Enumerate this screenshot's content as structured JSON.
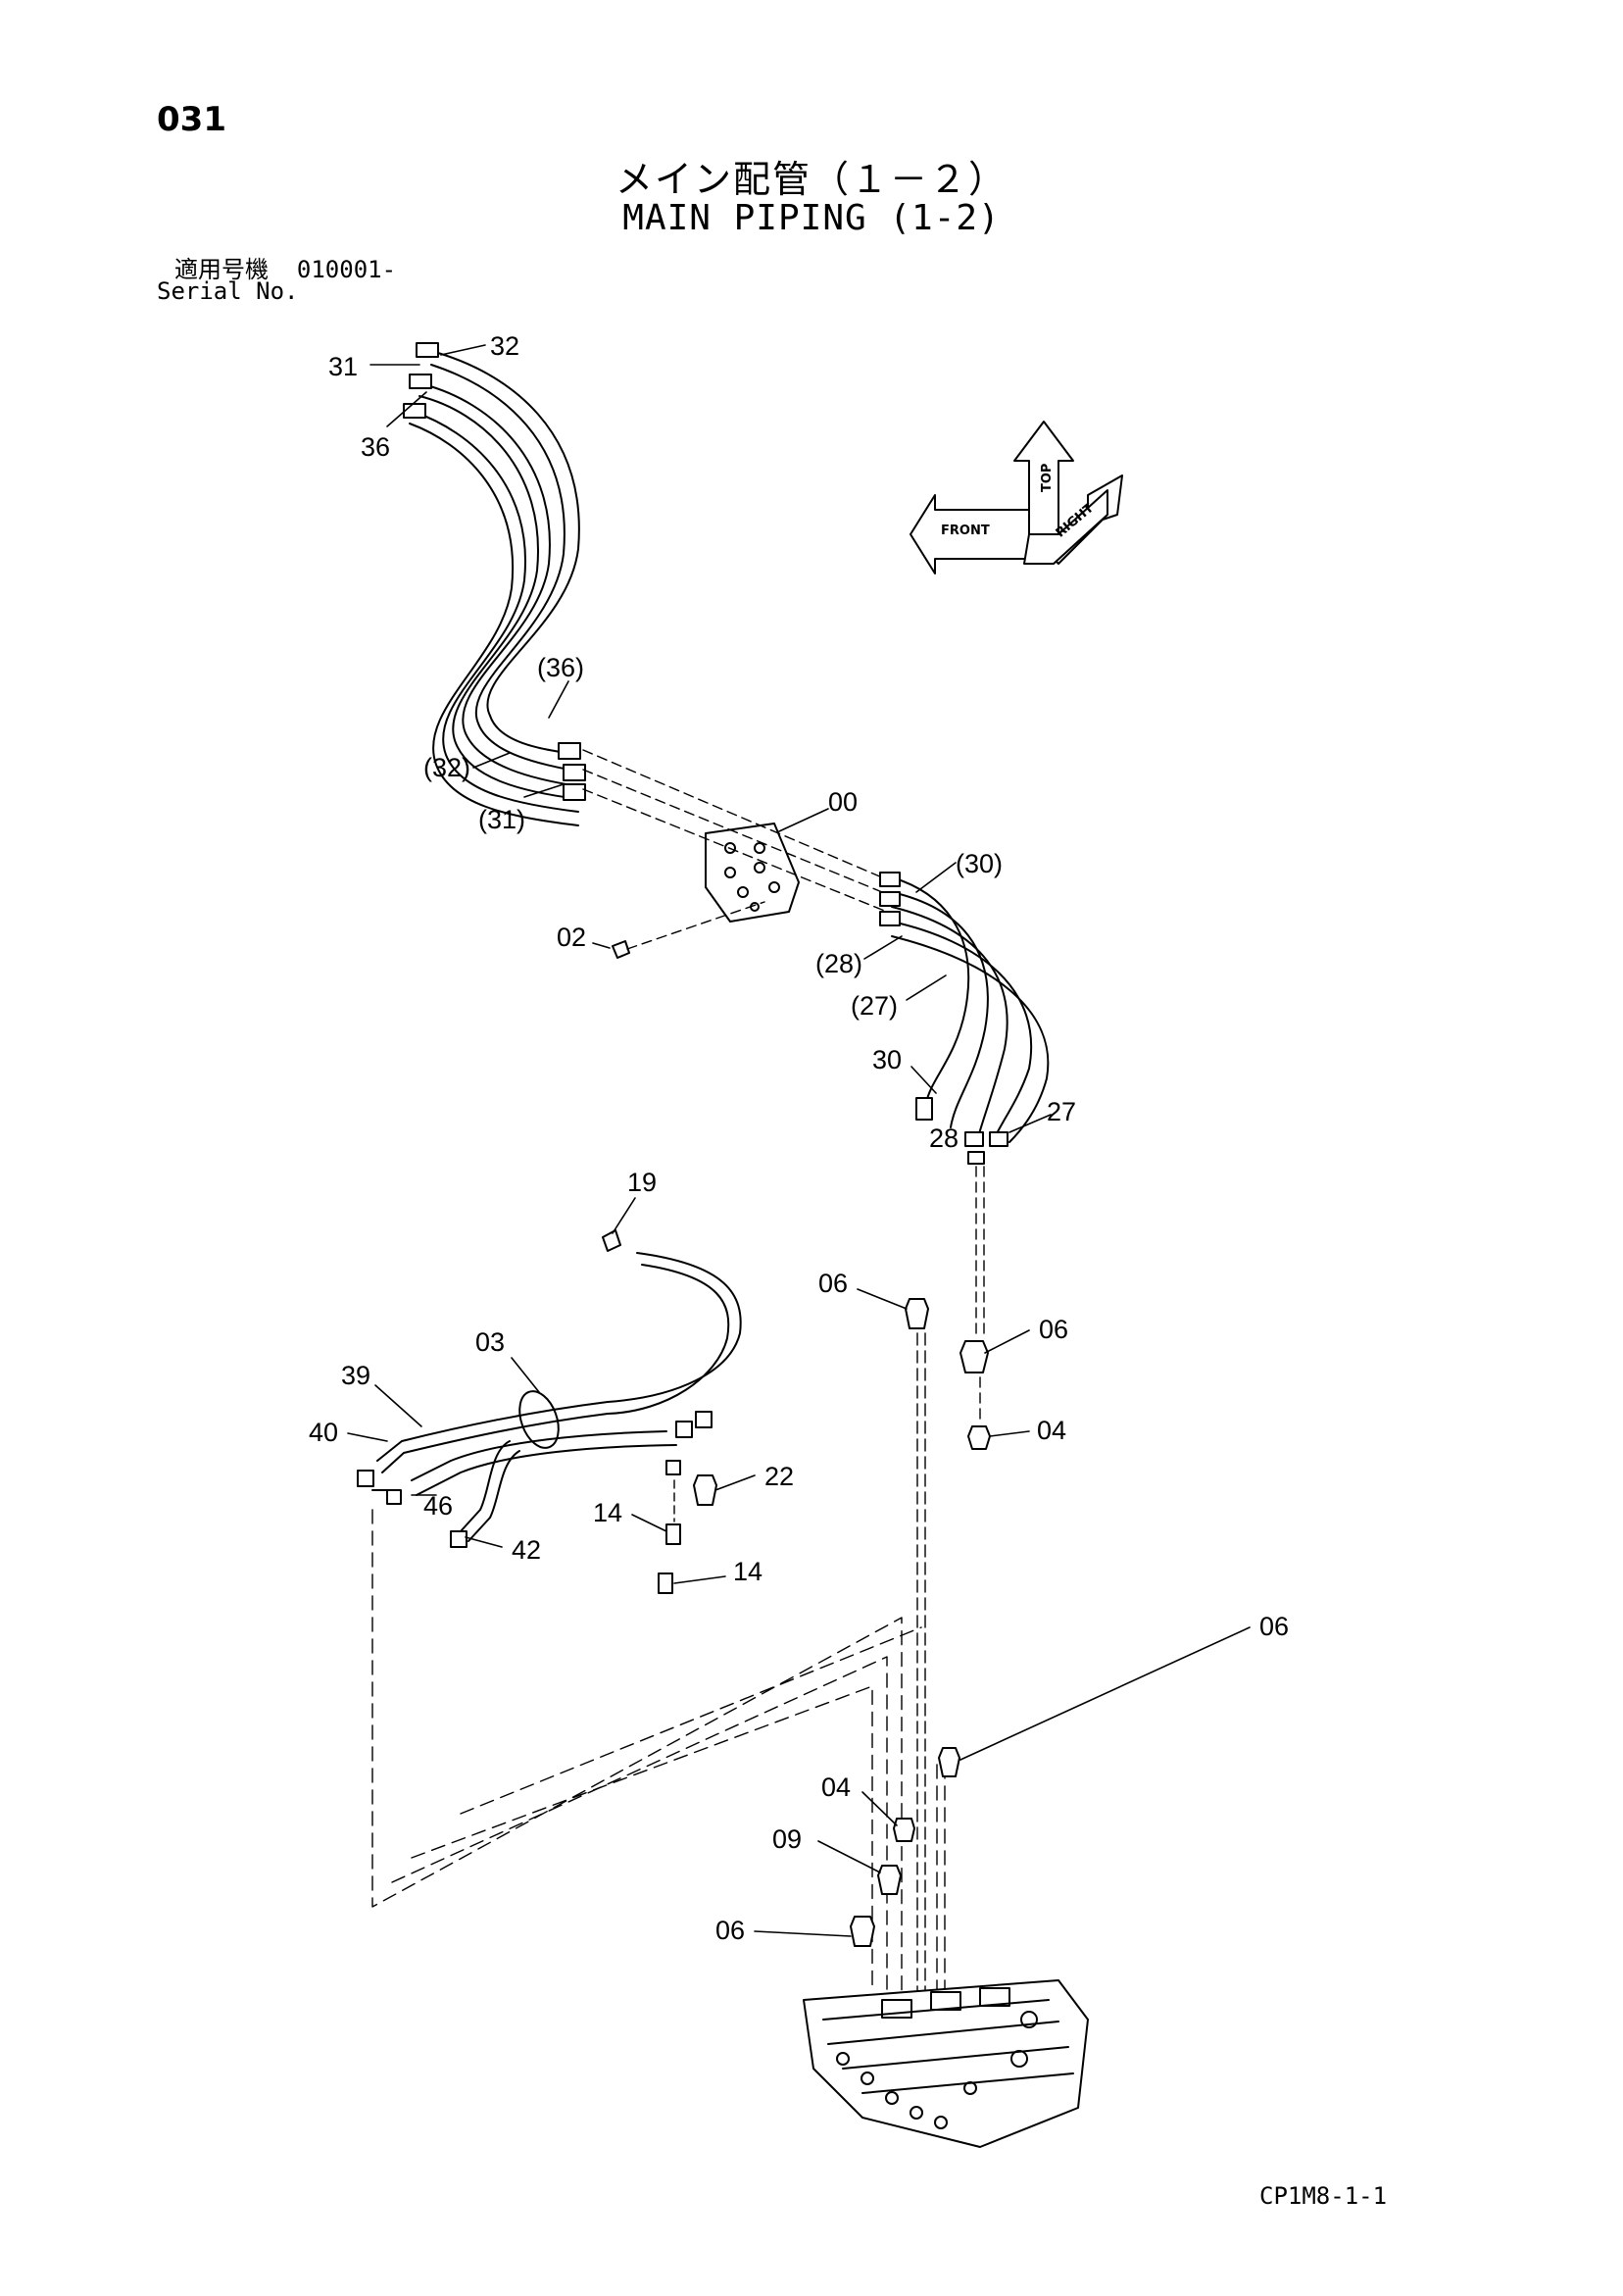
{
  "page_number": "031",
  "title_jp": "メイン配管（１－２）",
  "title_en": "MAIN PIPING (1-2)",
  "serial_label_jp": "適用号機",
  "serial_value": "010001-",
  "serial_label_en": "Serial No.",
  "footer_code": "CP1M8-1-1",
  "orientation_labels": {
    "front": "FRONT",
    "top": "TOP",
    "right": "RIGHT"
  },
  "callouts": {
    "c32": "32",
    "c31": "31",
    "c36": "36",
    "c36p": "(36)",
    "c32p": "(32)",
    "c31p": "(31)",
    "c00": "00",
    "c30p": "(30)",
    "c02": "02",
    "c28p": "(28)",
    "c27p": "(27)",
    "c30": "30",
    "c28": "28",
    "c27": "27",
    "c19": "19",
    "c06a": "06",
    "c06b": "06",
    "c03": "03",
    "c39": "39",
    "c04a": "04",
    "c40": "40",
    "c22": "22",
    "c46": "46",
    "c14a": "14",
    "c42": "42",
    "c14b": "14",
    "c06c": "06",
    "c04b": "04",
    "c09": "09",
    "c06d": "06"
  }
}
